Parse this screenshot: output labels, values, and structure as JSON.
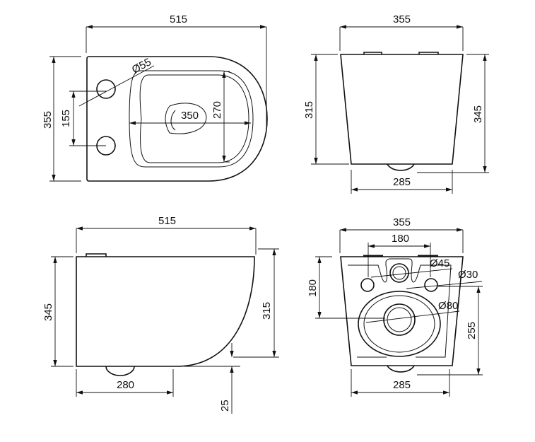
{
  "colors": {
    "line": "#111111",
    "background": "#ffffff"
  },
  "top_view": {
    "length": "515",
    "width": "355",
    "hole_spacing": "155",
    "hole_diameter": "Ø55",
    "bowl_length": "350",
    "bowl_width": "270"
  },
  "front_view": {
    "width": "355",
    "height_front": "315",
    "height_total": "345",
    "base_width": "285"
  },
  "side_view": {
    "length": "515",
    "height_total": "345",
    "height_front": "315",
    "base_length": "280",
    "bottom_offset": "25"
  },
  "rear_view": {
    "width": "355",
    "bolt_spacing": "180",
    "inlet_height": "180",
    "outlet_height": "255",
    "base_width": "285",
    "inlet_diameter": "Ø45",
    "bolt_diameter": "Ø30",
    "outlet_diameter": "Ø80"
  }
}
